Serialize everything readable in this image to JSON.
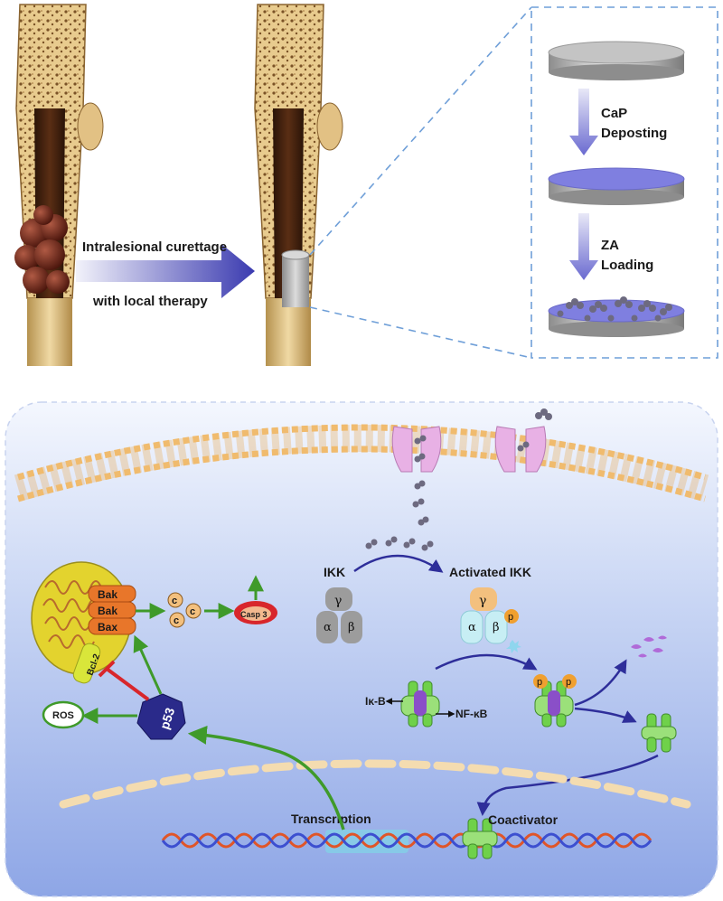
{
  "top_panel": {
    "arrow_label_line1": "Intralesional curettage",
    "arrow_label_line2": "with local therapy",
    "step1_line1": "CaP",
    "step1_line2": "Deposting",
    "step2_line1": "ZA",
    "step2_line2": "Loading"
  },
  "cell_panel": {
    "ikk": "IKK",
    "activated_ikk": "Activated IKK",
    "gamma": "γ",
    "alpha": "α",
    "beta": "β",
    "phospho": "p",
    "bak": "Bak",
    "bax": "Bax",
    "bcl2": "Bcl-2",
    "cytc": "c",
    "casp3": "Casp 3",
    "ros": "ROS",
    "p53": "p53",
    "ikb": "Iκ-B",
    "nfkb": "NF-κB",
    "transcription": "Transcription",
    "coactivator": "Coactivator"
  },
  "colors": {
    "bone": "#e6c98d",
    "tumor": "#6b2a1e",
    "arrow_blue": "#3b3ba8",
    "green_arrow": "#3f9a2a",
    "inhibit_red": "#d8262b",
    "membrane": "#e9b36b",
    "mito": "#e2d22f",
    "p53": "#2a2a8a"
  }
}
